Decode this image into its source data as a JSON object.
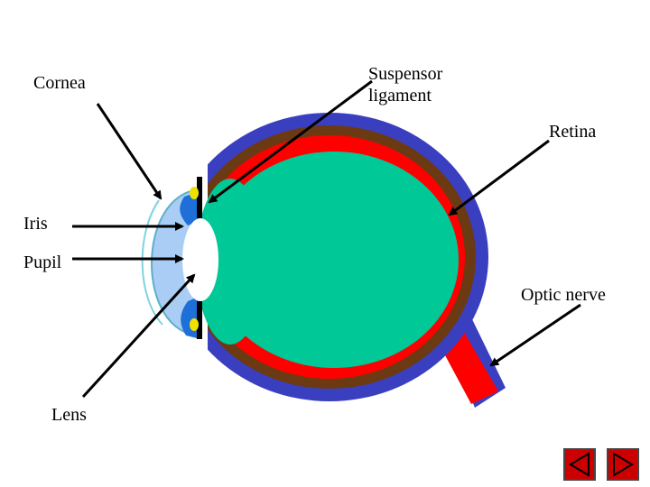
{
  "labels": {
    "cornea": "Cornea",
    "suspensor_line1": "Suspensor",
    "suspensor_line2": "ligament",
    "retina": "Retina",
    "iris": "Iris",
    "pupil": "Pupil",
    "optic_nerve": "Optic nerve",
    "lens": "Lens"
  },
  "colors": {
    "sclera": "#3a3fc0",
    "choroid": "#6b3a12",
    "retina": "#ff0000",
    "vitreous": "#00c896",
    "cornea": "#a9cdf5",
    "iris": "#1e6fd8",
    "suspensory": "#f0e000",
    "lens": "#ffffff",
    "nav_fill": "#cc0000"
  },
  "navigation": {
    "prev_icon": "triangle-left-icon",
    "next_icon": "triangle-right-icon"
  }
}
